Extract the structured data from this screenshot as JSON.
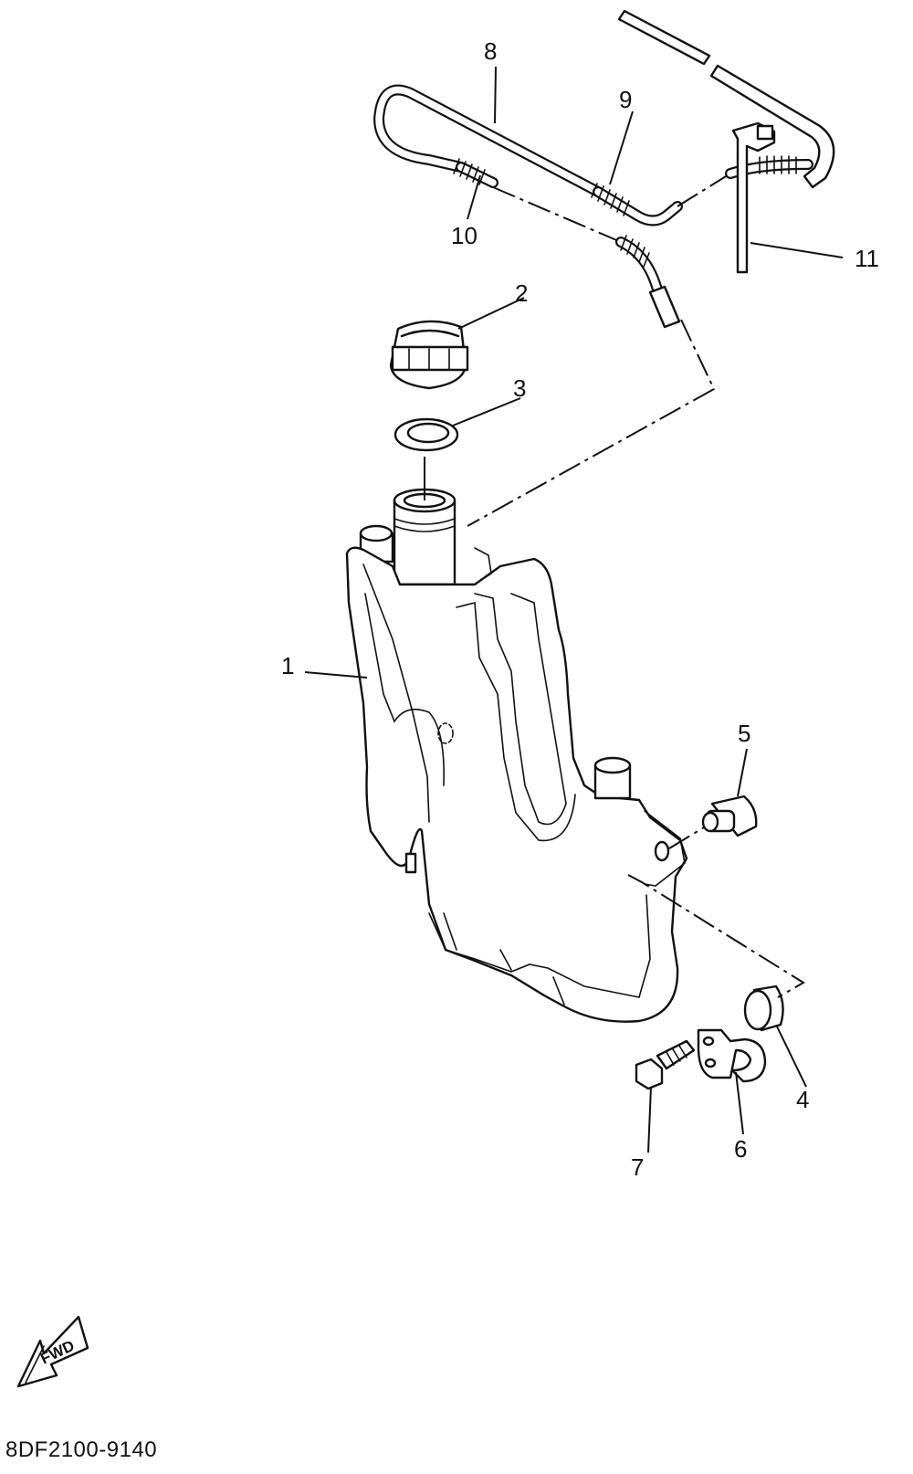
{
  "callouts": [
    {
      "num": "1"
    },
    {
      "num": "2"
    },
    {
      "num": "3"
    },
    {
      "num": "4"
    },
    {
      "num": "5"
    },
    {
      "num": "6"
    },
    {
      "num": "7"
    },
    {
      "num": "8"
    },
    {
      "num": "9"
    },
    {
      "num": "10"
    },
    {
      "num": "11"
    }
  ],
  "forward_arrow": {
    "label": "FWD"
  },
  "diagram_code": "8DF2100-9140",
  "colors": {
    "line": "#111111",
    "background": "#ffffff"
  }
}
